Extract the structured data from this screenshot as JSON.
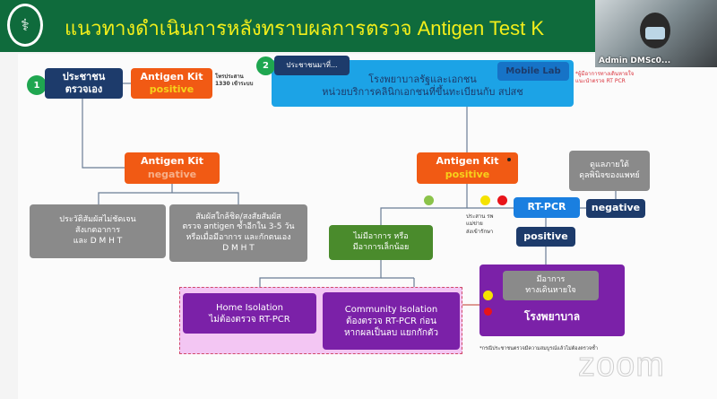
{
  "header": {
    "title": "แนวทางดำเนินการหลังทราบผลการตรวจ Antigen Test K",
    "logo": "moph-logo"
  },
  "video": {
    "participant_name": "Admin DMSc0..."
  },
  "diagram": {
    "step1_num": "1",
    "self_test": [
      "ประชาชน",
      "ตรวจเอง"
    ],
    "kit_positive_1": {
      "line1": "Antigen Kit",
      "line2": "positive"
    },
    "call_note": [
      "โทรประสาน",
      "1330 เข้าระบบ"
    ],
    "step2_num": "2",
    "visit_label": "ประชาชนมาที่...",
    "hospital_box": [
      "โรงพยาบาลรัฐและเอกชน",
      "หน่วยบริการคลินิกเอกชนที่ขึ้นทะเบียนกับ สปสช"
    ],
    "mobile_lab": "Mobile Lab",
    "resp_note": [
      "*ผู้มีอาการทางเดินหายใจ",
      "แนะนำตรวจ RT PCR"
    ],
    "kit_negative": {
      "line1": "Antigen Kit",
      "line2": "negative"
    },
    "gray1": [
      "ประวัติสัมผัสไม่ชัดเจน",
      "สังเกตอาการ",
      "และ D M H T"
    ],
    "gray2": [
      "สัมผัสใกล้ชิด/สงสัยสัมผัส",
      "ตรวจ antigen ซ้ำอีกใน 3-5 วัน",
      "หรือเมื่อมีอาการ และกักตนเอง",
      "D M H T"
    ],
    "kit_positive_2": {
      "line1": "Antigen Kit",
      "line2": "positive"
    },
    "doctor_box": [
      "ดูแลภายใต้",
      "ดุลพินิจของแพทย์"
    ],
    "rtpcr": "RT-PCR",
    "negative": "negative",
    "positive": "positive",
    "refer_note": [
      "ประสาน รพ",
      "แม่ข่าย",
      "ส่งเข้ารักษา"
    ],
    "mild_box": [
      "ไม่มีอาการ หรือ",
      "มีอาการเล็กน้อย"
    ],
    "home_iso": [
      "Home Isolation",
      "ไม่ต้องตรวจ RT-PCR"
    ],
    "community_iso": [
      "Community Isolation",
      "ต้องตรวจ RT-PCR ก่อน",
      "หากผลเป็นลบ แยกกักตัว"
    ],
    "resp_symptom": [
      "มีอาการ",
      "ทางเดินหายใจ"
    ],
    "hospital": "โรงพยาบาล",
    "footnote": "*กรณีประชาชนตรวจมีความสมบูรณ์แล้วไม่ต้องตรวจซ้ำ",
    "colors": {
      "green_dot": "#8bc34a",
      "yellow_dot": "#f5e200",
      "red_dot": "#e8141a"
    }
  },
  "watermark": "zoom"
}
